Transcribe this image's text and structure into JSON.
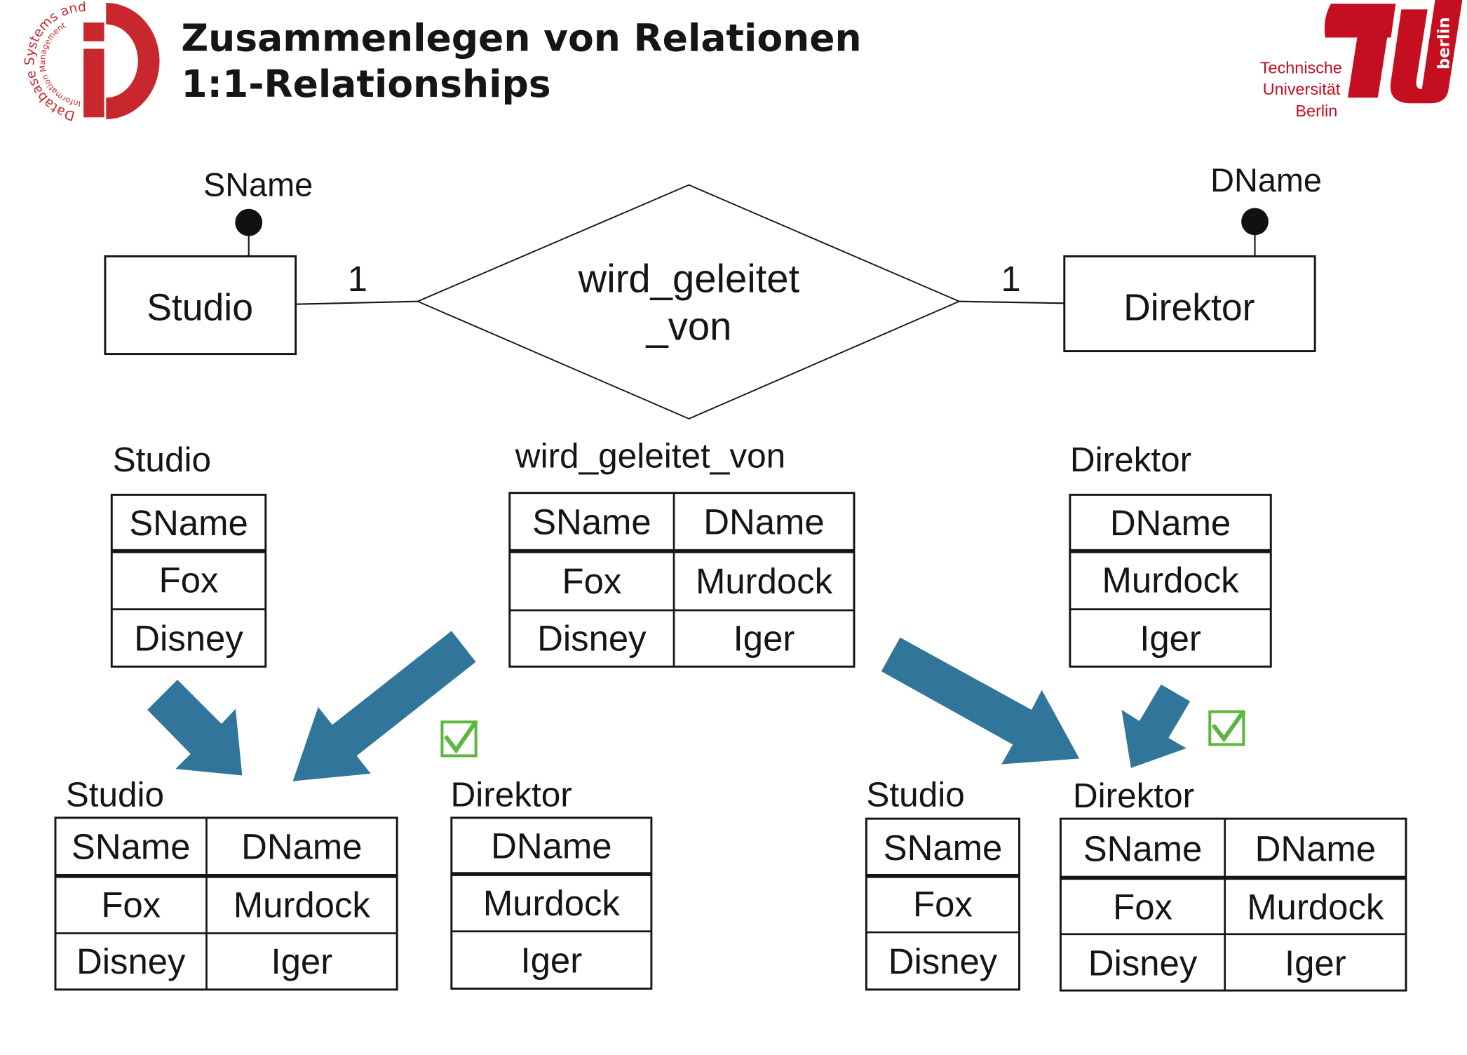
{
  "slide": {
    "title_line1": "Zusammenlegen von Relationen",
    "title_line2": "1:1-Relationships"
  },
  "logo_left": {
    "ring_outer": "Database Systems and",
    "ring_inner": "Information Management",
    "color": "#c8282d"
  },
  "logo_right": {
    "vertical_text": "berlin",
    "text_lines": [
      "Technische",
      "Universität",
      "Berlin"
    ],
    "color": "#c50e1f"
  },
  "er_diagram": {
    "entity_left": {
      "name": "Studio",
      "key_attribute": "SName"
    },
    "entity_right": {
      "name": "Direktor",
      "key_attribute": "DName"
    },
    "relationship": {
      "name_line1": "wird_geleitet",
      "name_line2": "_von"
    },
    "cardinality_left": "1",
    "cardinality_right": "1"
  },
  "source_relations": {
    "studio": {
      "label": "Studio",
      "columns": [
        "SName"
      ],
      "rows": [
        [
          "Fox"
        ],
        [
          "Disney"
        ]
      ]
    },
    "wird_geleitet_von": {
      "label": "wird_geleitet_von",
      "columns": [
        "SName",
        "DName"
      ],
      "rows": [
        [
          "Fox",
          "Murdock"
        ],
        [
          "Disney",
          "Iger"
        ]
      ]
    },
    "direktor": {
      "label": "Direktor",
      "columns": [
        "DName"
      ],
      "rows": [
        [
          "Murdock"
        ],
        [
          "Iger"
        ]
      ]
    }
  },
  "merge_option_1": {
    "studio": {
      "label": "Studio",
      "columns": [
        "SName",
        "DName"
      ],
      "rows": [
        [
          "Fox",
          "Murdock"
        ],
        [
          "Disney",
          "Iger"
        ]
      ]
    },
    "direktor": {
      "label": "Direktor",
      "columns": [
        "DName"
      ],
      "rows": [
        [
          "Murdock"
        ],
        [
          "Iger"
        ]
      ]
    },
    "valid_icon": "checked-box-icon"
  },
  "merge_option_2": {
    "studio": {
      "label": "Studio",
      "columns": [
        "SName"
      ],
      "rows": [
        [
          "Fox"
        ],
        [
          "Disney"
        ]
      ]
    },
    "direktor": {
      "label": "Direktor",
      "columns": [
        "SName",
        "DName"
      ],
      "rows": [
        [
          "Fox",
          "Murdock"
        ],
        [
          "Disney",
          "Iger"
        ]
      ]
    },
    "valid_icon": "checked-box-icon"
  },
  "colors": {
    "arrow": "#31769a",
    "check": "#5cb640"
  }
}
